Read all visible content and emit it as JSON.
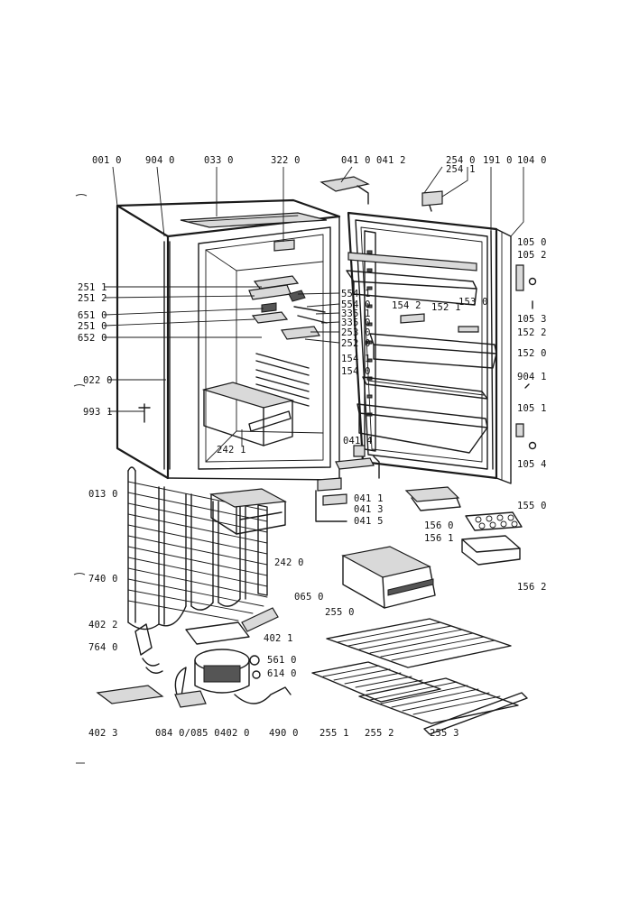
{
  "labels": {
    "l0010": "001 0",
    "l9040": "904 0",
    "l0330": "033 0",
    "l3220": "322 0",
    "l0410": "041 0",
    "l0412": "041 2",
    "l2540": "254 0",
    "l2541": "254 1",
    "l1910": "191 0",
    "l1040": "104 0",
    "l1050": "105 0",
    "l1052": "105 2",
    "l1053": "105 3",
    "l9041": "904 1",
    "l1051": "105 1",
    "l1054": "105 4",
    "l2511": "251 1",
    "l2512": "251 2",
    "l6510": "651 0",
    "l2510": "251 0",
    "l6520": "652 0",
    "l5541": "554 1",
    "l5540": "554 0",
    "l3351": "335 1",
    "l3350": "335 0",
    "l2530": "253 0",
    "l2520": "252 0",
    "l1542": "154 2",
    "l1521": "152 1",
    "l1530": "153 0",
    "l1522": "152 2",
    "l1520": "152 0",
    "l1541": "154 1",
    "l1540": "154 0",
    "l0220": "022 0",
    "l9931": "993 1",
    "l2421": "242 1",
    "l0414": "041 4",
    "l0411": "041 1",
    "l0413": "041 3",
    "l0415": "041 5",
    "l0130": "013 0",
    "l2420": "242 0",
    "l1550": "155 0",
    "l1560": "156 0",
    "l1561": "156 1",
    "l1562": "156 2",
    "l7400": "740 0",
    "l0650": "065 0",
    "l2550": "255 0",
    "l4022": "402 2",
    "l4021": "402 1",
    "l7640": "764 0",
    "l5610": "561 0",
    "l6140": "614 0",
    "l4023": "402 3",
    "l0840": "084 0/085 0",
    "l4020": "402 0",
    "l4900": "490 0",
    "l2551": "255 1",
    "l2552": "255 2",
    "l2553": "255 3"
  }
}
